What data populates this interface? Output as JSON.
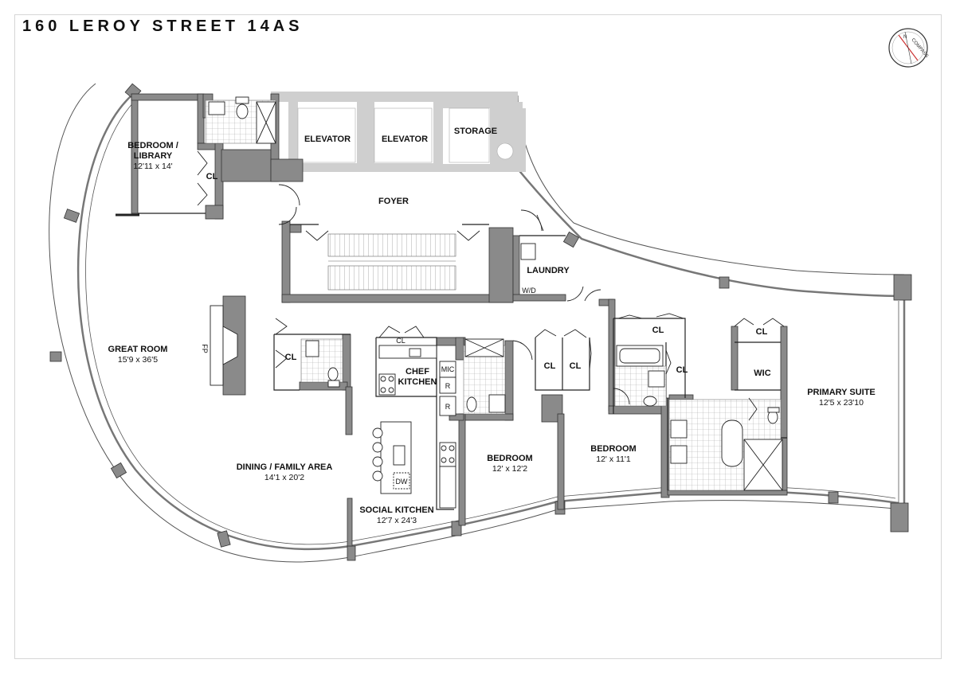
{
  "title": "160 LEROY STREET 14AS",
  "compass": {
    "north": "N",
    "label": "COMPASS"
  },
  "rooms": {
    "bedroom_library": {
      "name_line1": "BEDROOM /",
      "name_line2": "LIBRARY",
      "dims": "12'11 x 14'"
    },
    "great_room": {
      "name": "GREAT ROOM",
      "dims": "15'9 x 36'5"
    },
    "dining": {
      "name": "DINING / FAMILY AREA",
      "dims": "14'1 x 20'2"
    },
    "social_kitchen": {
      "name": "SOCIAL KITCHEN",
      "dims": "12'7 x 24'3"
    },
    "chef_kitchen": {
      "name_line1": "CHEF",
      "name_line2": "KITCHEN"
    },
    "bedroom2": {
      "name": "BEDROOM",
      "dims": "12' x 12'2"
    },
    "bedroom3": {
      "name": "BEDROOM",
      "dims": "12' x 11'1"
    },
    "primary_suite": {
      "name": "PRIMARY SUITE",
      "dims": "12'5 x 23'10"
    },
    "foyer": {
      "name": "FOYER"
    },
    "elevator1": {
      "name": "ELEVATOR"
    },
    "elevator2": {
      "name": "ELEVATOR"
    },
    "storage": {
      "name": "STORAGE"
    },
    "laundry": {
      "name": "LAUNDRY"
    },
    "wic": {
      "name": "WIC"
    }
  },
  "fixtures": {
    "closet": "CL",
    "fireplace": "FP",
    "washer_dryer": "W/D",
    "microwave": "MIC",
    "refrigerator": "R",
    "dishwasher": "DW"
  },
  "colors": {
    "wall": "#8a8a8a",
    "core": "#cfcfcf",
    "tile": "#9a9a9a",
    "line": "#222222"
  }
}
